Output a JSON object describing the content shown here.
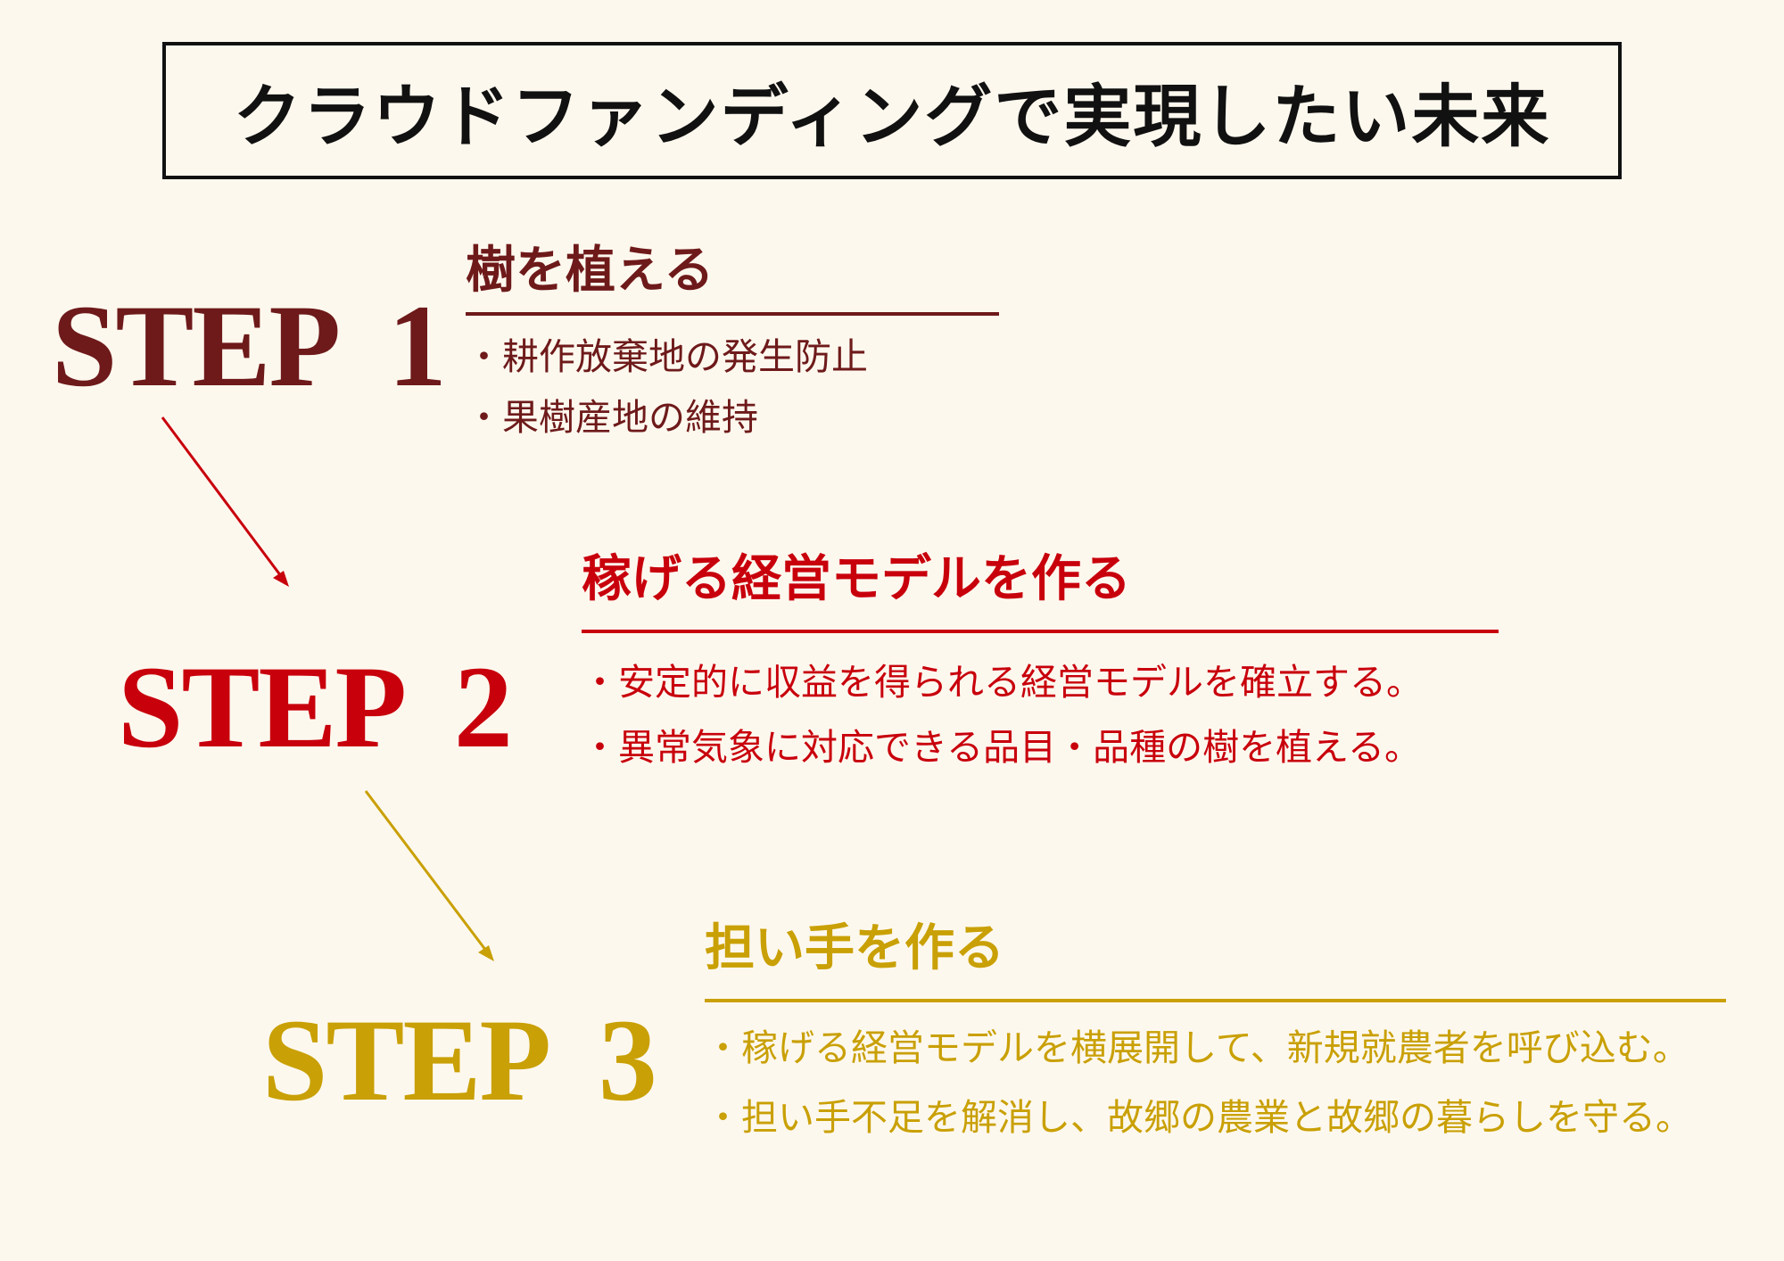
{
  "title": "クラウドファンディングで実現したい未来",
  "colors": {
    "step1": "#6e1a1a",
    "step2": "#c8000c",
    "step3": "#c9a005",
    "background": "#fdf8ee"
  },
  "steps": [
    {
      "label": "STEP  1",
      "heading": "樹を植える",
      "bullets": [
        "・耕作放棄地の発生防止",
        "・果樹産地の維持"
      ]
    },
    {
      "label": "STEP  2",
      "heading": "稼げる経営モデルを作る",
      "bullets": [
        "・安定的に収益を得られる経営モデルを確立する。",
        "・異常気象に対応できる品目・品種の樹を植える。"
      ]
    },
    {
      "label": "STEP  3",
      "heading": "担い手を作る",
      "bullets": [
        "・稼げる経営モデルを横展開して、新規就農者を呼び込む。",
        "・担い手不足を解消し、故郷の農業と故郷の暮らしを守る。"
      ]
    }
  ]
}
